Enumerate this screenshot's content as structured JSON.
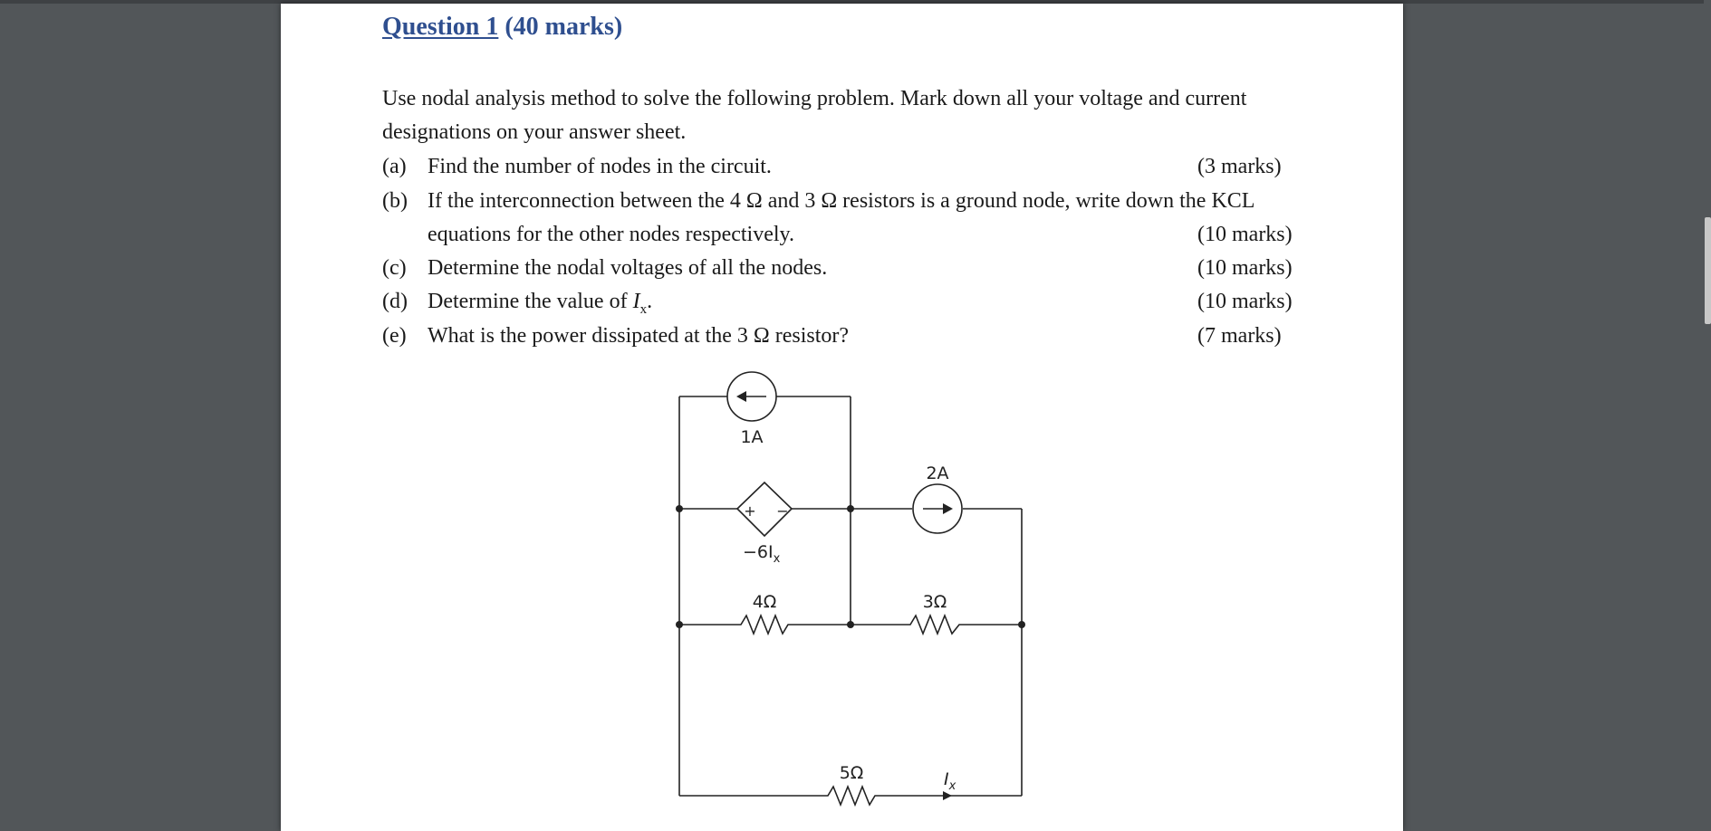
{
  "question": {
    "title_link": "Question 1",
    "title_marks": "(40 marks)"
  },
  "intro": {
    "line1": "Use nodal analysis method to solve the following problem. Mark down all your voltage and current",
    "line2": "designations on your answer sheet."
  },
  "parts": [
    {
      "label": "(a)",
      "text": "Find the number of nodes in the circuit.",
      "marks": "(3 marks)"
    },
    {
      "label": "(b)",
      "text": "If the interconnection between the 4 Ω and 3 Ω resistors is a ground node, write down the KCL",
      "text2": "equations for the other nodes respectively.",
      "marks": "(10 marks)"
    },
    {
      "label": "(c)",
      "text": "Determine the nodal voltages of all the nodes.",
      "marks": "(10 marks)"
    },
    {
      "label": "(d)",
      "text_prefix": "Determine the value of ",
      "text_var": "I",
      "text_sub": "x",
      "text_suffix": ".",
      "marks": "(10 marks)"
    },
    {
      "label": "(e)",
      "text": "What is the power dissipated at the 3 Ω resistor?",
      "marks": "(7 marks)"
    }
  ],
  "circuit": {
    "current_source_1": "1A",
    "current_source_2": "2A",
    "dependent_source": "−6I",
    "dependent_source_sub": "x",
    "dependent_plus": "+",
    "dependent_minus": "−",
    "r4": "4Ω",
    "r3": "3Ω",
    "r5": "5Ω",
    "ix": "I",
    "ix_sub": "x"
  },
  "colors": {
    "heading": "#2f4f8f",
    "background": "#525659",
    "page": "#ffffff"
  }
}
